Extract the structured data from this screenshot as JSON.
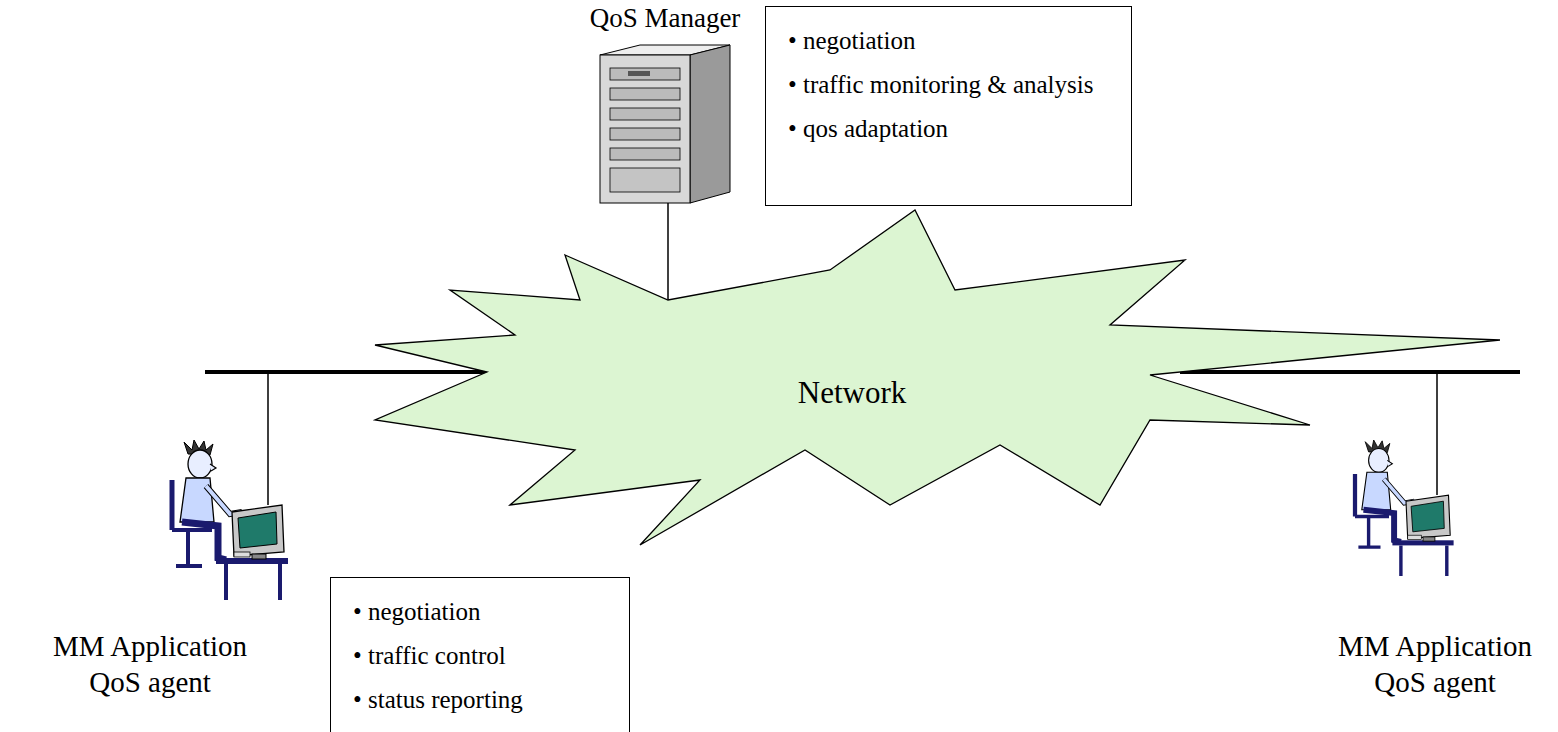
{
  "diagram": {
    "nodes": [
      {
        "text": [
          "QoS Manager"
        ]
      },
      {
        "text": [
          "• negotiation",
          "• traffic monitoring & analysis",
          "• qos adaptation"
        ]
      },
      {
        "text": [
          "Network"
        ]
      },
      {
        "text": [
          "MM Application QoS agent"
        ]
      },
      {
        "text": [
          "• negotiation",
          "• traffic control",
          "• status reporting"
        ]
      },
      {
        "text": [
          "MM Application QoS agent"
        ]
      }
    ],
    "edges": [
      {
        "from": 0,
        "to": 2,
        "arrow": "none"
      },
      {
        "from": 3,
        "to": 2,
        "arrow": "none"
      },
      {
        "from": 5,
        "to": 2,
        "arrow": "none"
      }
    ]
  }
}
